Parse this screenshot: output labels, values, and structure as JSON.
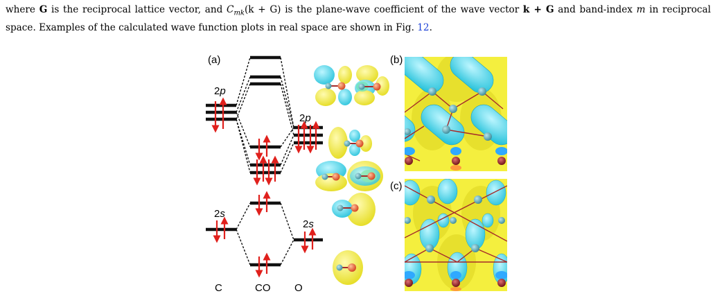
{
  "paragraph": {
    "t1": "where ",
    "G1": "G",
    "t2": " is the reciprocal lattice vector, and ",
    "coef": "C",
    "coef_sub": "mk",
    "t3": "(k + G) is the plane-wave coefficient of the wave vector ",
    "kG": "k + G",
    "t4": " and band-index ",
    "m": "m",
    "t5": " in reciprocal space. Examples of the calculated wave function plots in real space are shown in Fig. ",
    "figref": "12",
    "t6": "."
  },
  "figure": {
    "panel_labels": {
      "a": "(a)",
      "b": "(b)",
      "c": "(c)"
    },
    "axis_labels": {
      "C": "C",
      "CO": "CO",
      "O": "O"
    },
    "orbital_labels": {
      "c_2p": "2p",
      "c_2s": "2s",
      "o_2p": "2p",
      "o_2s": "2s"
    },
    "colors": {
      "level": "#111111",
      "arrow": "#e0201c",
      "cyan": "#36d1e8",
      "yellow": "#f2ee3a",
      "carbon": "#4a98a6",
      "oxygen": "#e6502a",
      "bond": "#a52a2a"
    }
  }
}
